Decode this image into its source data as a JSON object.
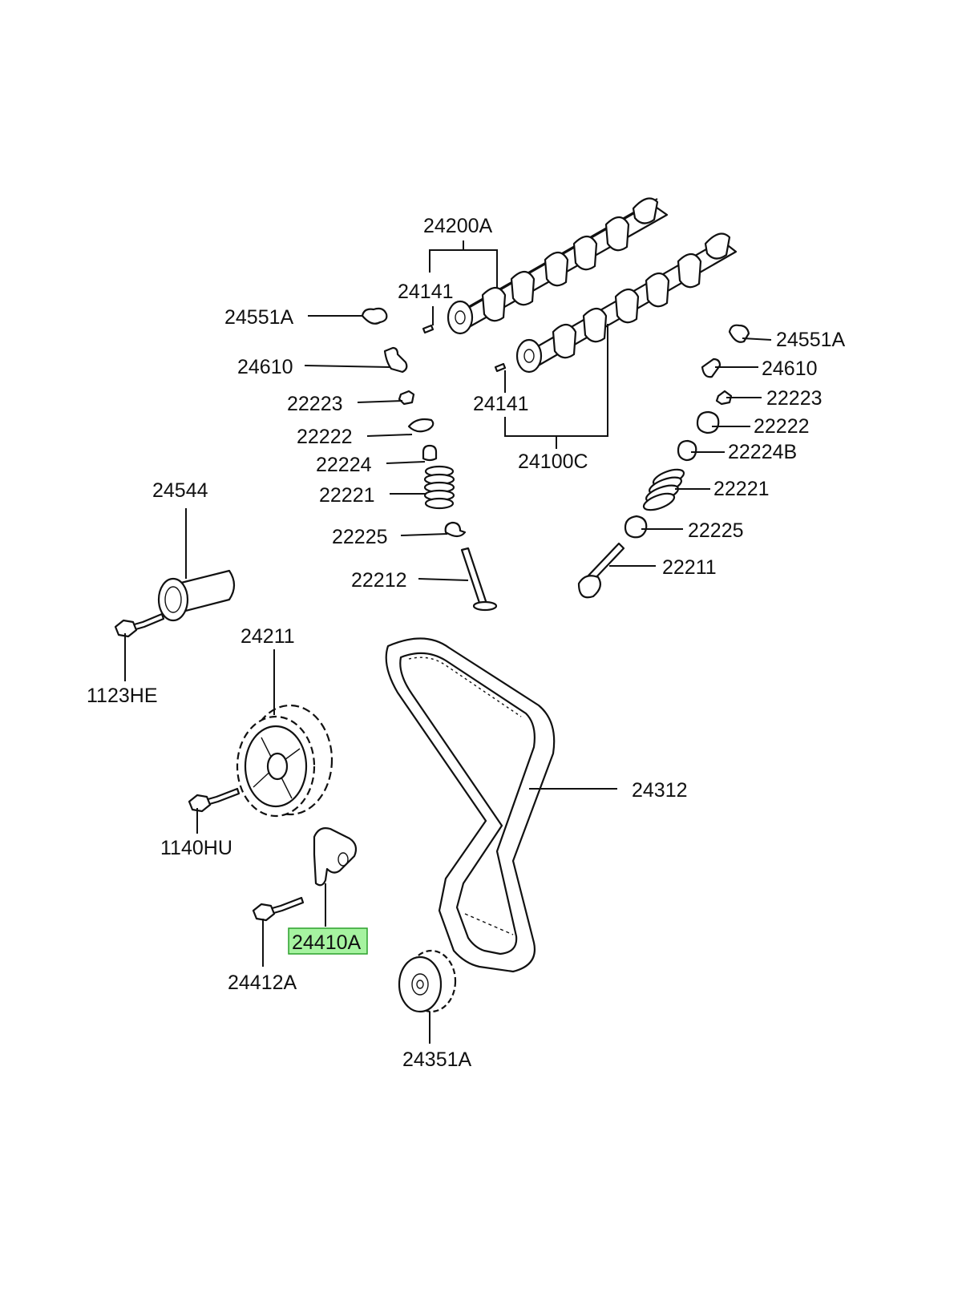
{
  "diagram": {
    "highlight_color": "#a6f3a0",
    "highlight_stroke": "#2ca02c",
    "labels": {
      "p24200A": "24200A",
      "p24141_a": "24141",
      "p24141_b": "24141",
      "p24100C": "24100C",
      "p24551A_l": "24551A",
      "p24551A_r": "24551A",
      "p24610_l": "24610",
      "p24610_r": "24610",
      "p22223_l": "22223",
      "p22223_r": "22223",
      "p22222_l": "22222",
      "p22222_r": "22222",
      "p22224": "22224",
      "p22224B": "22224B",
      "p22221_l": "22221",
      "p22221_r": "22221",
      "p22225_l": "22225",
      "p22225_r": "22225",
      "p22212": "22212",
      "p22211": "22211",
      "p24544": "24544",
      "p1123HE": "1123HE",
      "p24211": "24211",
      "p1140HU": "1140HU",
      "p24312": "24312",
      "p24410A": "24410A",
      "p24412A": "24412A",
      "p24351A": "24351A"
    }
  }
}
